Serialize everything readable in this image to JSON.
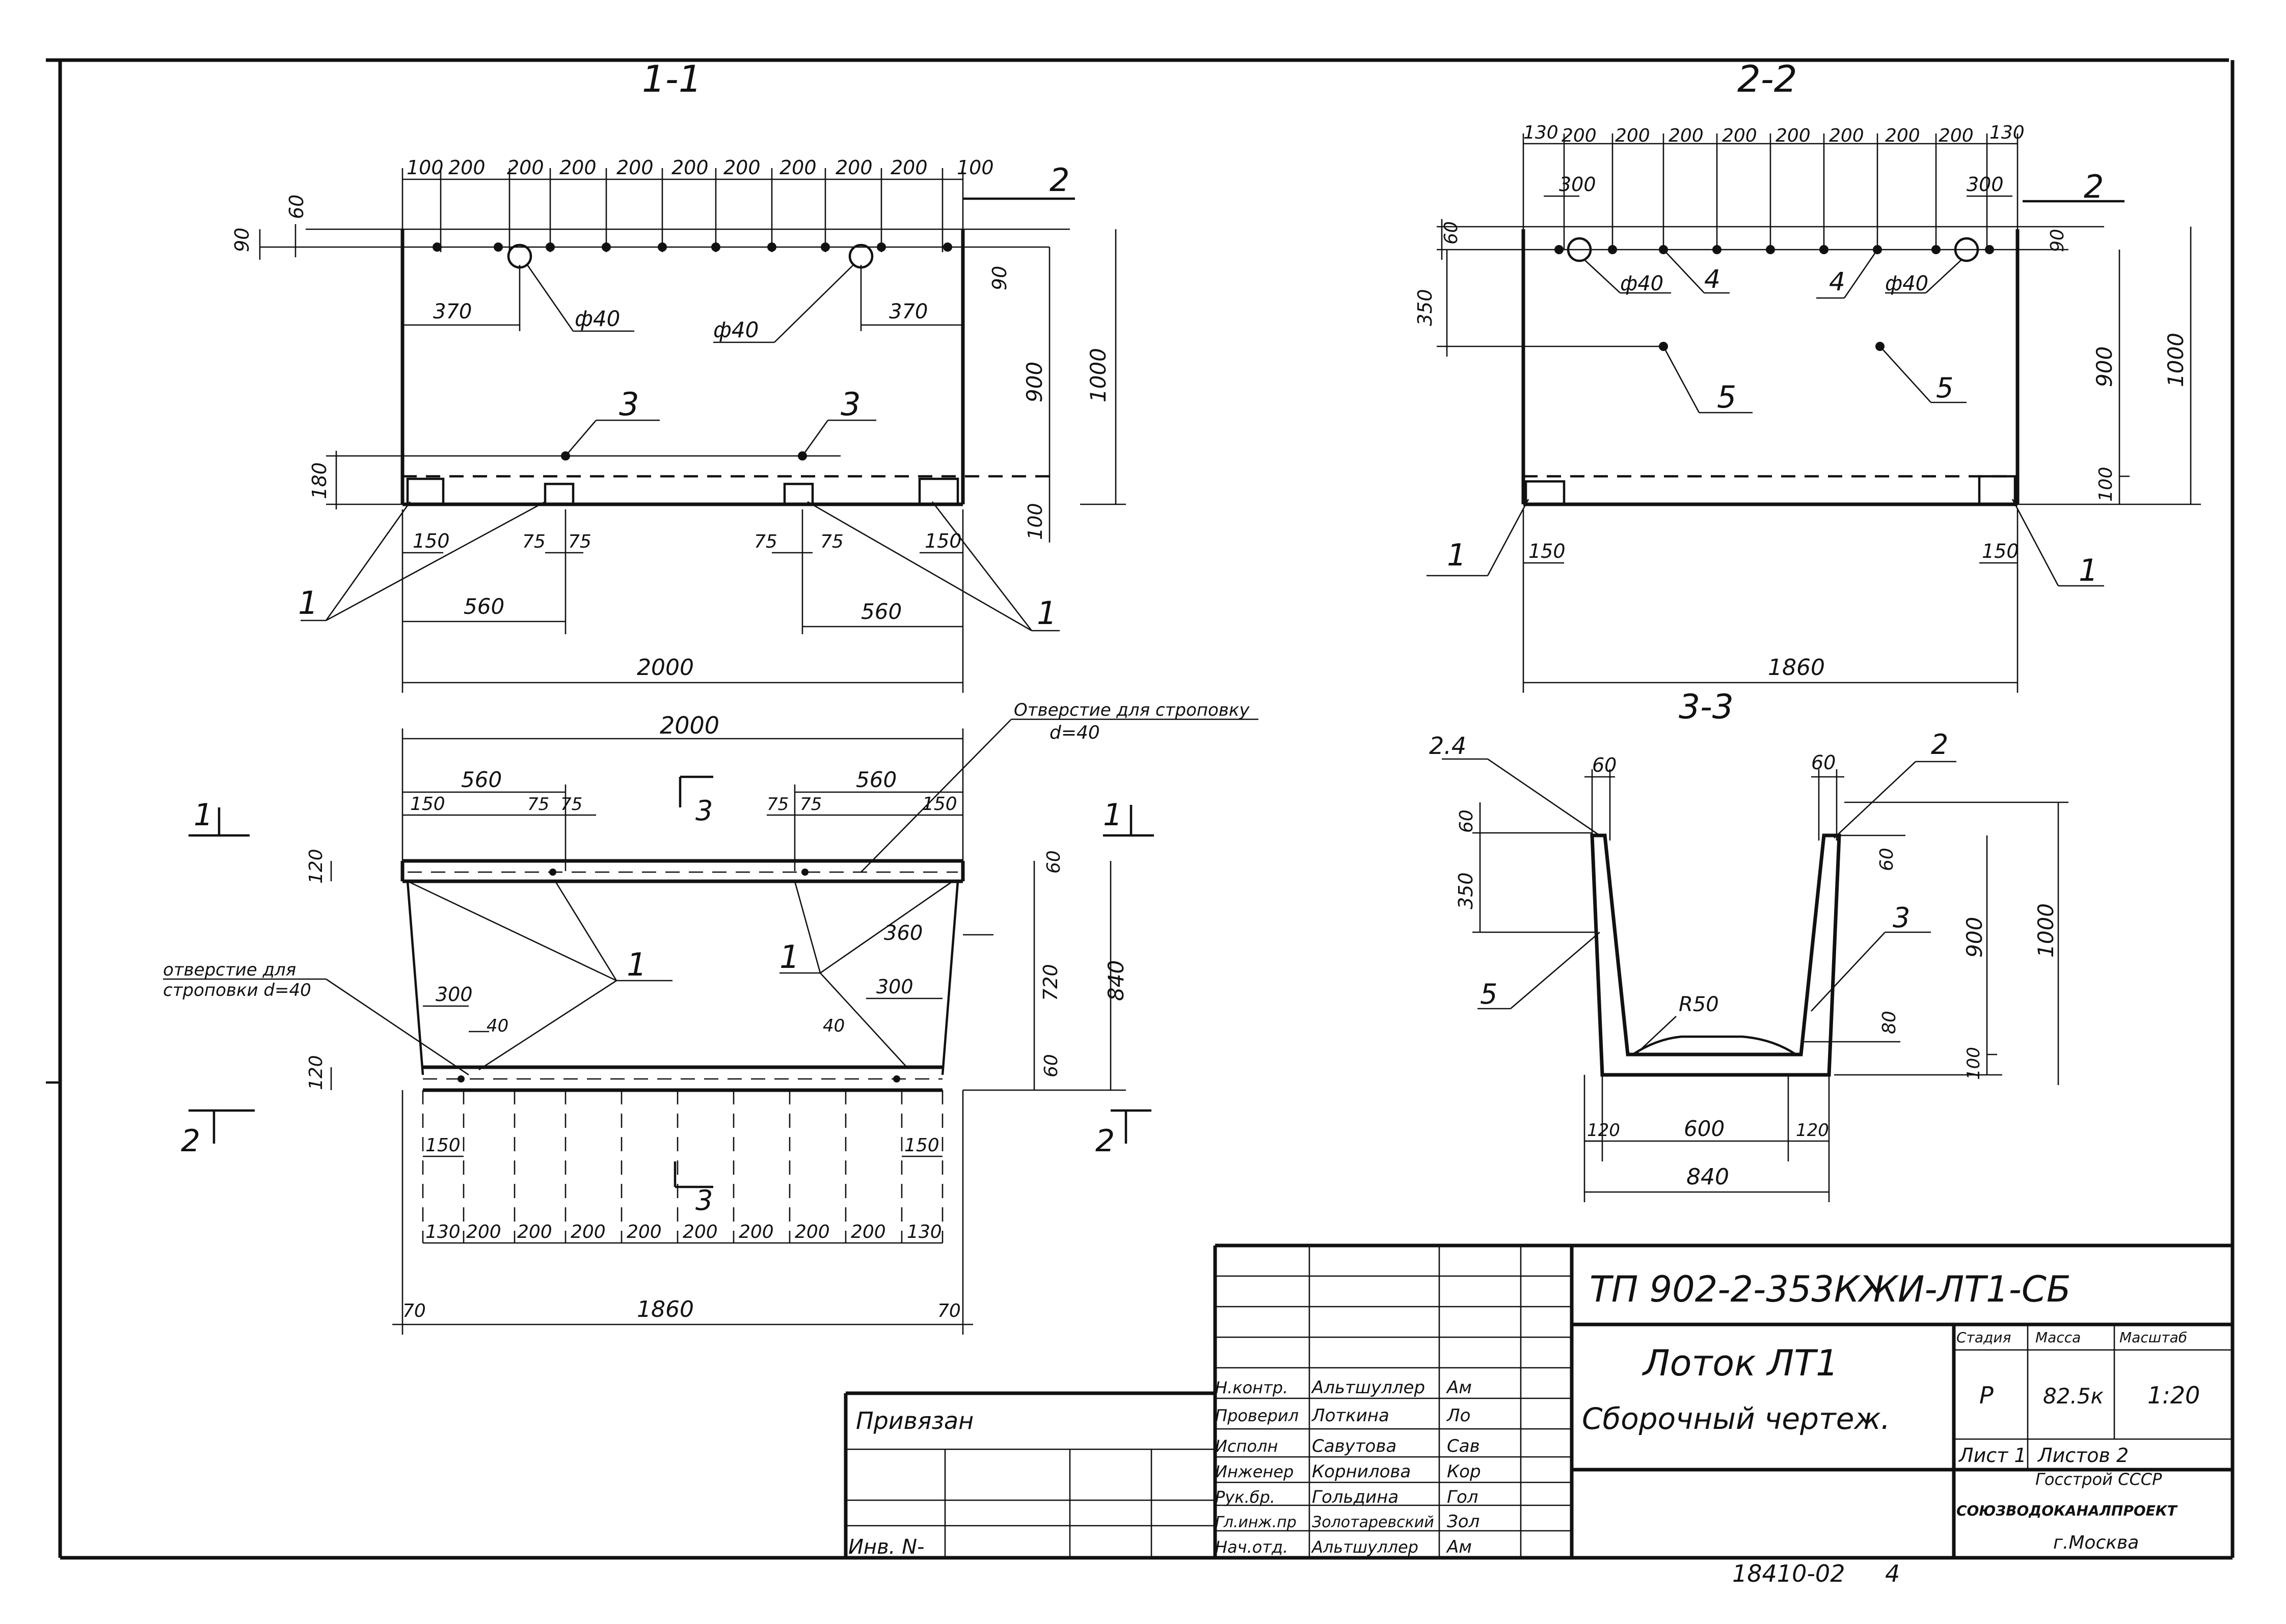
{
  "sections": {
    "s11": "1-1",
    "s22": "2-2",
    "s33": "3-3"
  },
  "section_marks": {
    "one": "1",
    "two": "2",
    "three": "3"
  },
  "dims": {
    "s11_top": [
      "100",
      "200",
      "200",
      "200",
      "200",
      "200",
      "200",
      "200",
      "200",
      "200",
      "100"
    ],
    "s11_60": "60",
    "s11_90a": "90",
    "s11_90b": "90",
    "s11_370a": "370",
    "s11_370b": "370",
    "s11_d40a": "ф40",
    "s11_d40b": "ф40",
    "s11_900": "900",
    "s11_1000": "1000",
    "s11_180": "180",
    "s11_100": "100",
    "s11_150a": "150",
    "s11_150b": "150",
    "s11_75": [
      "75",
      "75",
      "75",
      "75"
    ],
    "s11_560a": "560",
    "s11_560b": "560",
    "s11_2000": "2000",
    "s22_top": [
      "130",
      "200",
      "200",
      "200",
      "200",
      "200",
      "200",
      "200",
      "200",
      "130"
    ],
    "s22_300a": "300",
    "s22_300b": "300",
    "s22_60": "60",
    "s22_350": "350",
    "s22_90": "90",
    "s22_d40a": "ф40",
    "s22_d40b": "ф40",
    "s22_900": "900",
    "s22_1000": "1000",
    "s22_100": "100",
    "s22_150a": "150",
    "s22_150b": "150",
    "s22_1860": "1860",
    "plan_2000": "2000",
    "plan_560a": "560",
    "plan_560b": "560",
    "plan_150": [
      "150",
      "150"
    ],
    "plan_75": [
      "75",
      "75",
      "75",
      "75"
    ],
    "plan_120a": "120",
    "plan_120b": "120",
    "plan_60a": "60",
    "plan_60b": "60",
    "plan_360": "360",
    "plan_720": "720",
    "plan_840": "840",
    "plan_300a": "300",
    "plan_300b": "300",
    "plan_40a": "40",
    "plan_40b": "40",
    "plan_150c": "150",
    "plan_150d": "150",
    "plan_bottom": [
      "130",
      "200",
      "200",
      "200",
      "200",
      "200",
      "200",
      "200",
      "200",
      "130"
    ],
    "plan_70a": "70",
    "plan_70b": "70",
    "plan_1860": "1860",
    "s33_60a": "60",
    "s33_60b": "60",
    "s33_60c": "60",
    "s33_60d": "60",
    "s33_350": "350",
    "s33_900": "900",
    "s33_1000": "1000",
    "s33_100": "100",
    "s33_80": "80",
    "s33_r50": "R50",
    "s33_120a": "120",
    "s33_600": "600",
    "s33_120b": "120",
    "s33_840": "840"
  },
  "callouts": {
    "one": "1",
    "two": "2",
    "three": "3",
    "four": "4",
    "five": "5",
    "two_four": "2.4"
  },
  "notes": {
    "sling_top_line1": "Отверстие для строповку",
    "sling_top_line2": "d=40",
    "sling_left_line1": "отверстие для",
    "sling_left_line2": "строповки d=40"
  },
  "title_block": {
    "doc_code": "ТП 902-2-353КЖИ-ЛТ1-СБ",
    "name_line1": "Лоток ЛТ1",
    "name_line2": "Сборочный чертеж.",
    "stage_label": "Стадия",
    "mass_label": "Масса",
    "scale_label": "Масштаб",
    "stage": "Р",
    "mass": "82.5к",
    "scale": "1:20",
    "sheet_label": "Лист 1",
    "sheets_label": "Листов 2",
    "org1": "Госстрой СССР",
    "org2": "СОЮЗВОДОКАНАЛПРОЕКТ",
    "org3": "г.Москва",
    "privyazan": "Привязан",
    "inv": "Инв. N-",
    "footer_code": "18410-02",
    "footer_sheet": "4",
    "roles": [
      {
        "role": "Н.контр.",
        "name": "Альтшуллер",
        "sig": "Ам"
      },
      {
        "role": "Проверил",
        "name": "Лоткина",
        "sig": "Ло"
      },
      {
        "role": "Исполн",
        "name": "Савутова",
        "sig": "Сав"
      },
      {
        "role": "Инженер",
        "name": "Корнилова",
        "sig": "Кор"
      },
      {
        "role": "Рук.бр.",
        "name": "Гольдина",
        "sig": "Гол"
      },
      {
        "role": "Гл.инж.пр",
        "name": "Золотаревский",
        "sig": "Зол"
      },
      {
        "role": "Нач.отд.",
        "name": "Альтшуллер",
        "sig": "Ам"
      }
    ]
  }
}
